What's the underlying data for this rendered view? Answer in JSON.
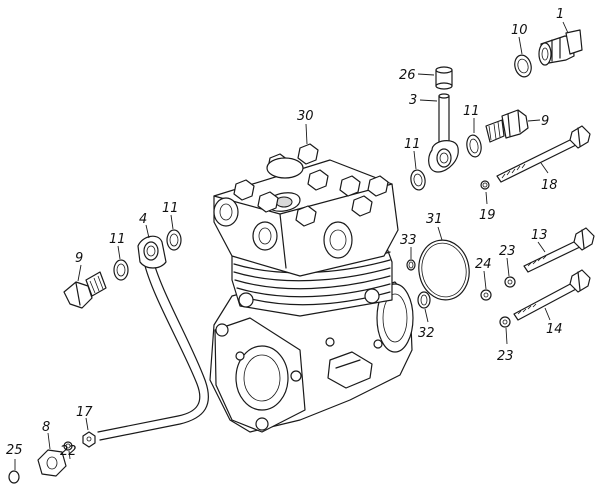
{
  "labels": {
    "p1": "1",
    "p3": "3",
    "p4": "4",
    "p8": "8",
    "p9": "9",
    "p10": "10",
    "p11": "11",
    "p13": "13",
    "p14": "14",
    "p17": "17",
    "p18": "18",
    "p19": "19",
    "p22": "22",
    "p23": "23",
    "p24": "24",
    "p25": "25",
    "p26": "26",
    "p30": "30",
    "p31": "31",
    "p32": "32",
    "p33": "33"
  }
}
